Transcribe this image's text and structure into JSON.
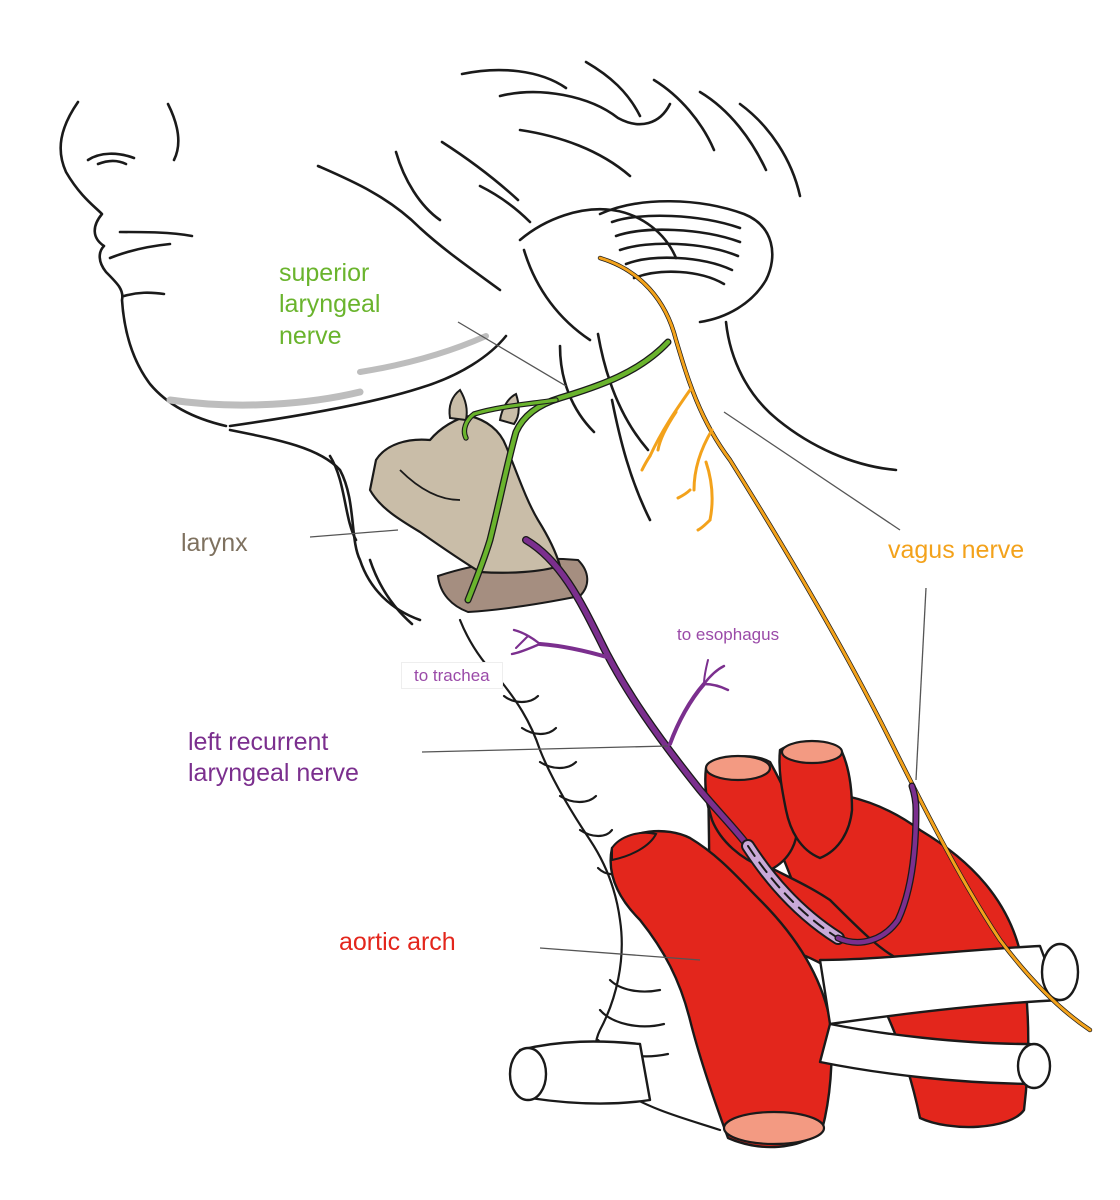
{
  "colors": {
    "superior_laryngeal": "#6ab42d",
    "larynx": "#7e715f",
    "vagus": "#f3a21b",
    "recurrent": "#7b2f8e",
    "aorta": "#e3261c",
    "aorta_lumen": "#f39a82",
    "larynx_fill": "#c9bda8",
    "cricoid_fill": "#a58e80",
    "recurrent_dashed": "#c9a9d8",
    "outline": "#1a1a1a",
    "leader": "#555555"
  },
  "labels": {
    "superior_laryngeal": [
      "superior",
      "laryngeal",
      "nerve"
    ],
    "larynx": "larynx",
    "vagus": "vagus nerve",
    "to_esophagus": "to esophagus",
    "to_trachea": "to trachea",
    "left_recurrent": [
      "left recurrent",
      "laryngeal nerve"
    ],
    "aortic_arch": "aortic arch"
  }
}
